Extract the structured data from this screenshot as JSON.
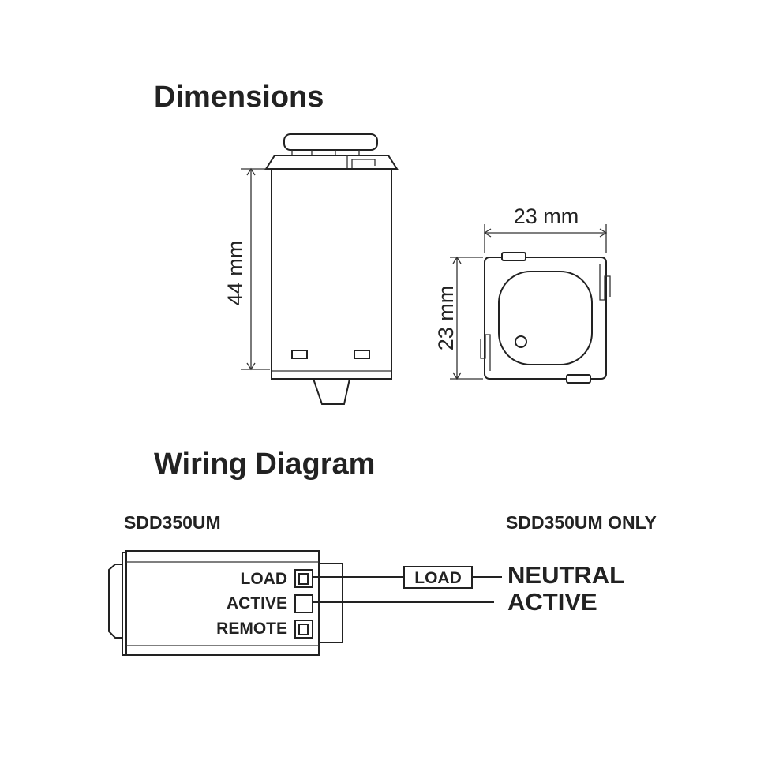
{
  "headings": {
    "dimensions": "Dimensions",
    "wiring": "Wiring Diagram"
  },
  "dimensions": {
    "height": "44 mm",
    "width": "23 mm",
    "depth": "23 mm"
  },
  "wiring": {
    "model_left": "SDD350UM",
    "model_right": "SDD350UM ONLY",
    "terminals": {
      "load": "LOAD",
      "active": "ACTIVE",
      "remote": "REMOTE"
    },
    "load_box": "LOAD",
    "neutral": "NEUTRAL",
    "active": "ACTIVE"
  },
  "colors": {
    "line": "#222222",
    "background": "#ffffff"
  }
}
